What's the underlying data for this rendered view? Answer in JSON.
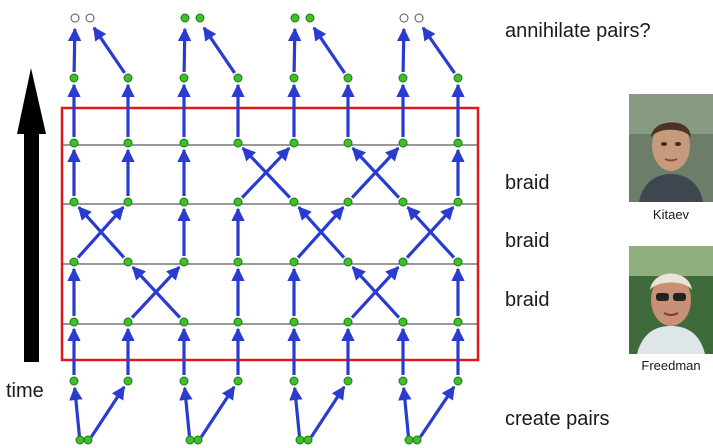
{
  "labels": {
    "annihilate": "annihilate pairs?",
    "braid_1": "braid",
    "braid_2": "braid",
    "braid_3": "braid",
    "create": "create pairs",
    "time": "time"
  },
  "people": {
    "person_1": "Kitaev",
    "person_2": "Freedman"
  },
  "colors": {
    "arrow": "#2a3bd0",
    "dot": "#3fbf2a",
    "dot_stroke": "#1f7a12",
    "frame": "#e01818",
    "gridline": "#333333",
    "time_arrow": "#000000"
  },
  "icons": {
    "time_arrow": "up-arrow-icon",
    "photo_1": "person-photo",
    "photo_2": "person-photo"
  }
}
